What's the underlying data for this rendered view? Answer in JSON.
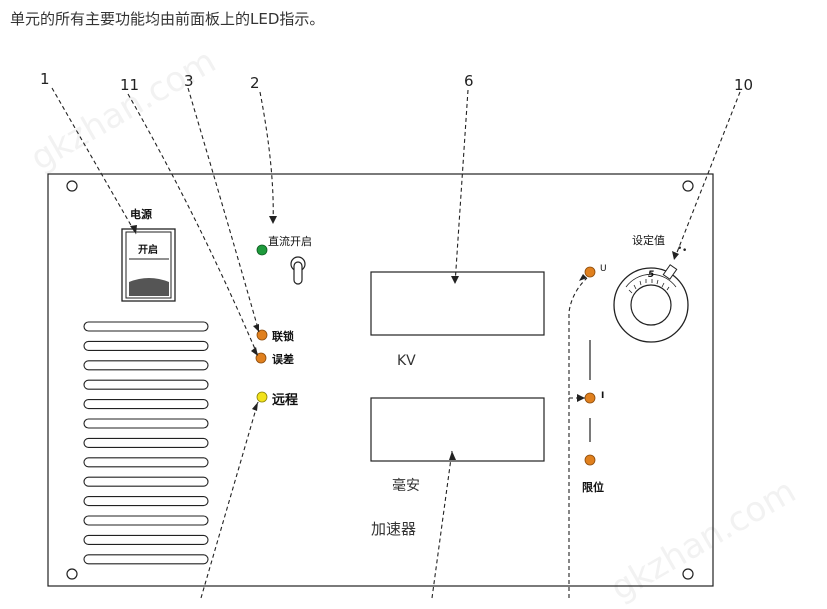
{
  "caption": "单元的所有主要功能均由前面板上的LED指示。",
  "watermark": "gkzhan.com",
  "callouts": [
    "1",
    "11",
    "3",
    "2",
    "6",
    "10"
  ],
  "panel_labels": {
    "power": "电源",
    "power_switch": "开启",
    "dc_on": "直流开启",
    "interlock": "联锁",
    "error": "误差",
    "remote": "远程",
    "kv": "KV",
    "ma": "毫安",
    "accelerator": "加速器",
    "setpoint": "设定值",
    "u": "U",
    "i": "I",
    "limit": "限位",
    "dial_number": "5"
  },
  "colors": {
    "led_green": "#1e9a3c",
    "led_orange": "#e0801e",
    "led_yellow": "#f2e21b"
  }
}
